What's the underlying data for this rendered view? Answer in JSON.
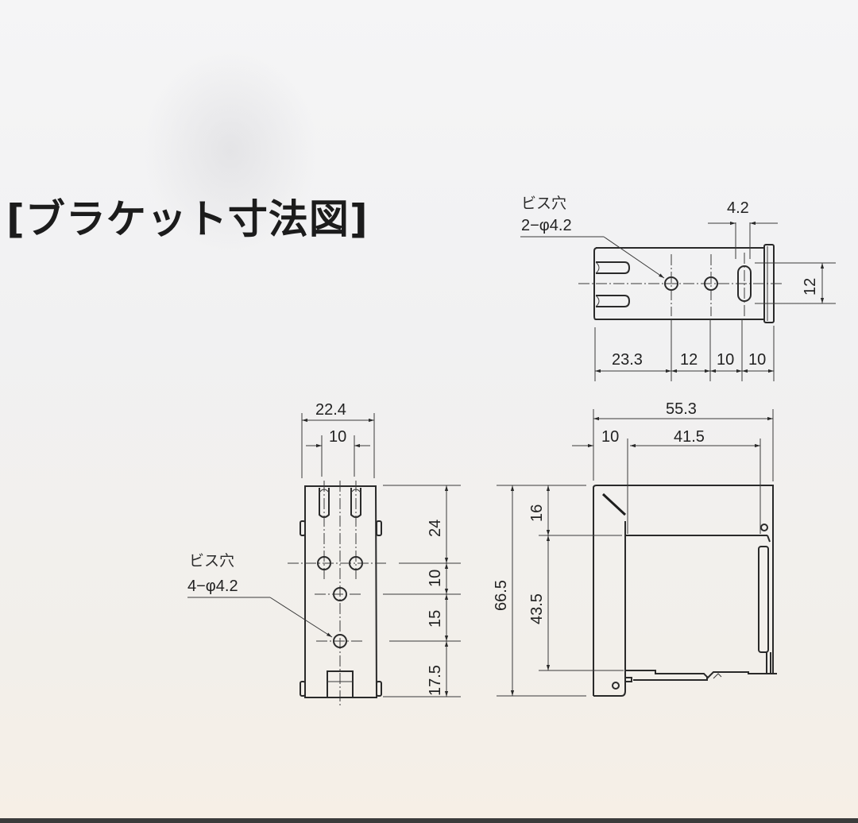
{
  "title": "[ブラケット寸法図]",
  "top_view": {
    "hole_label_line1": "ビス穴",
    "hole_label_line2": "2−φ4.2",
    "dim_slot_width": "4.2",
    "dim_slot_height": "12",
    "dims_horizontal": [
      "23.3",
      "12",
      "10",
      "10"
    ]
  },
  "front_view": {
    "hole_label_line1": "ビス穴",
    "hole_label_line2": "4−φ4.2",
    "dim_overall_width": "22.4",
    "dim_hole_spacing": "10",
    "dims_vertical": [
      "24",
      "10",
      "15",
      "17.5"
    ]
  },
  "side_view": {
    "dim_overall_width": "55.3",
    "dim_left": "10",
    "dim_right": "41.5",
    "dim_overall_height": "66.5",
    "dim_upper": "16",
    "dim_lower": "43.5"
  },
  "colors": {
    "line": "#2a2a2a",
    "background": "#f3f3f4"
  }
}
